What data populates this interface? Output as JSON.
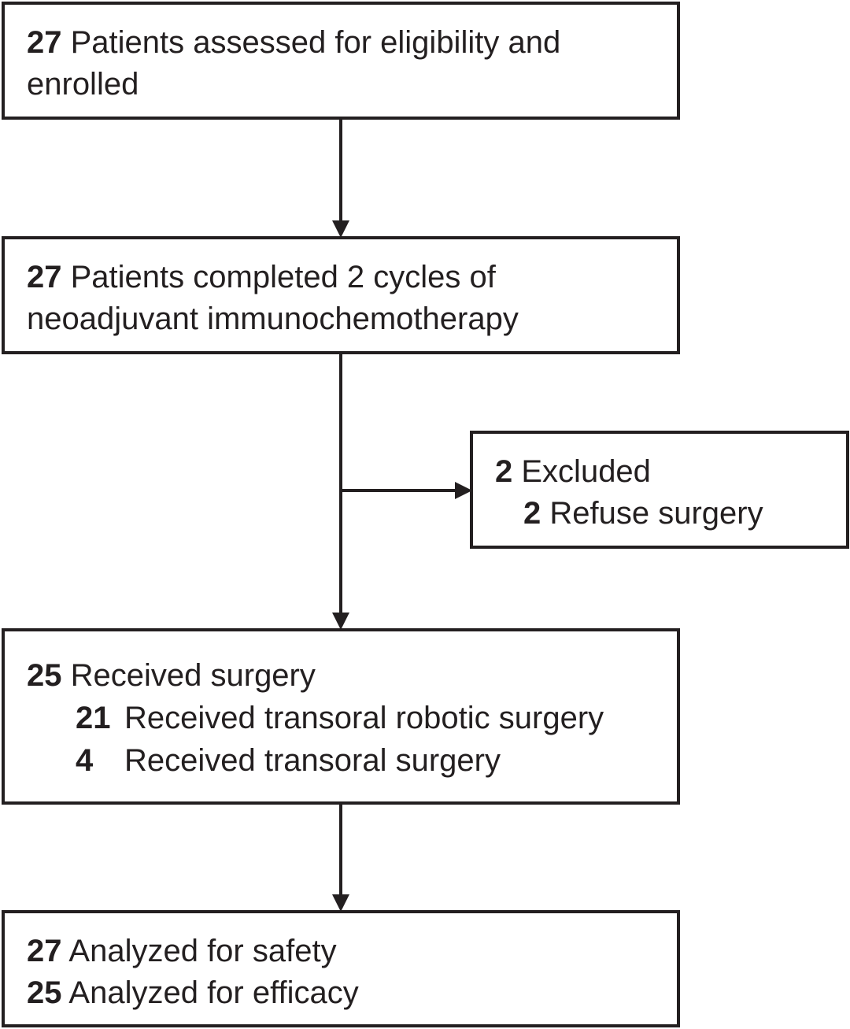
{
  "nodes": {
    "enrolled": {
      "count": "27",
      "line1": "Patients assessed for eligibility and",
      "line2": "enrolled"
    },
    "completed": {
      "count": "27",
      "line1": "Patients completed 2 cycles of",
      "line2": "neoadjuvant immunochemotherapy"
    },
    "excluded": {
      "count": "2",
      "label": "Excluded",
      "sub_count": "2",
      "sub_label": "Refuse surgery"
    },
    "surgery": {
      "count": "25",
      "label": "Received surgery",
      "subs": [
        {
          "count": "21",
          "label": "Received transoral robotic surgery"
        },
        {
          "count": "4",
          "label": "Received transoral surgery"
        }
      ]
    },
    "analyzed": {
      "safety_count": "27",
      "safety_label": "Analyzed for safety",
      "efficacy_count": "25",
      "efficacy_label": "Analyzed for efficacy"
    }
  },
  "edges": [
    {
      "from": "enrolled",
      "to": "completed"
    },
    {
      "from": "completed",
      "to": "surgery"
    },
    {
      "from": "completed",
      "to": "excluded"
    },
    {
      "from": "surgery",
      "to": "analyzed"
    }
  ],
  "colors": {
    "stroke": "#231f20",
    "background": "#ffffff"
  }
}
